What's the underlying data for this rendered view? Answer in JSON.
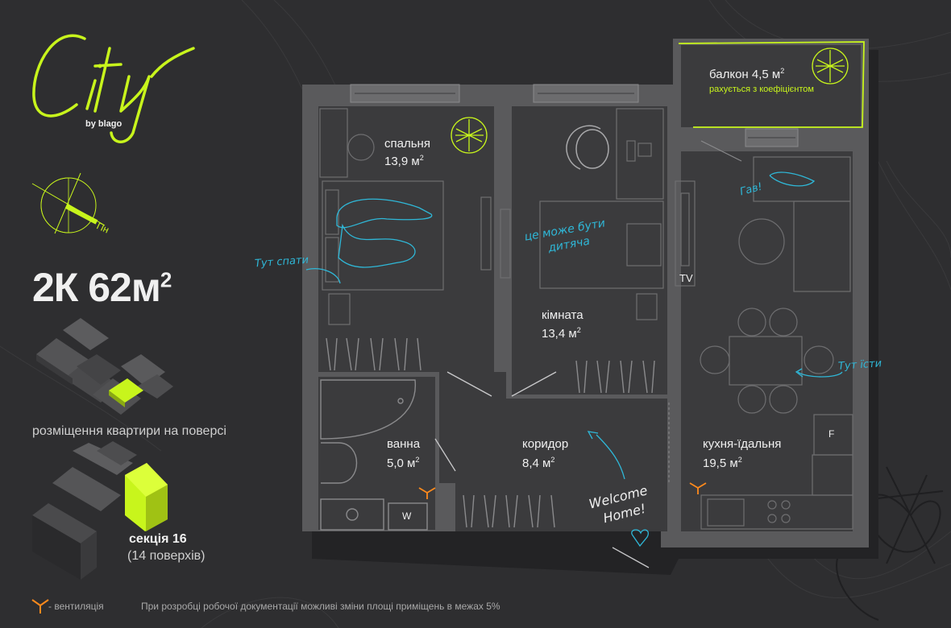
{
  "brand": {
    "logo_word": "City",
    "sub": "by blago"
  },
  "compass": {
    "label": "Пн"
  },
  "apartment": {
    "type_area": "2К 62м",
    "sup": "2"
  },
  "floor_plan_caption": "розміщення квартири на поверсі",
  "section": {
    "title": "секція 16",
    "floors": "(14 поверхів)"
  },
  "rooms": {
    "bedroom": {
      "name": "спальня",
      "area": "13,9 м",
      "sup": "2"
    },
    "room": {
      "name": "кімната",
      "area": "13,4 м",
      "sup": "2"
    },
    "bath": {
      "name": "ванна",
      "area": "5,0 м",
      "sup": "2"
    },
    "corridor": {
      "name": "коридор",
      "area": "8,4 м",
      "sup": "2"
    },
    "kitchen": {
      "name": "кухня-їдальня",
      "area": "19,5 м",
      "sup": "2"
    },
    "balcony": {
      "name": "балкон 4,5 м",
      "sup": "2",
      "note": "рахується з коефіцієнтом"
    }
  },
  "notes": {
    "sleep": "Тут спати",
    "kids_line1": "це може бути",
    "kids_line2": "дитяча",
    "eat": "Тут їсти",
    "dog": "Гав!",
    "welcome_line1": "Welcome",
    "welcome_line2": "Home!",
    "tv": "TV",
    "washer": "W",
    "fridge": "F"
  },
  "legend": {
    "ventilation": "- вентиляція"
  },
  "disclaimer": "При розробці робочої документації можливі зміни площі приміщень в межах 5%",
  "colors": {
    "accent": "#c8f51c",
    "wall": "#5a5a5c",
    "floor": "#3b3b3d",
    "background": "#2e2e30",
    "doodle": "#2fb8d8",
    "vent": "#ff8a1c"
  }
}
